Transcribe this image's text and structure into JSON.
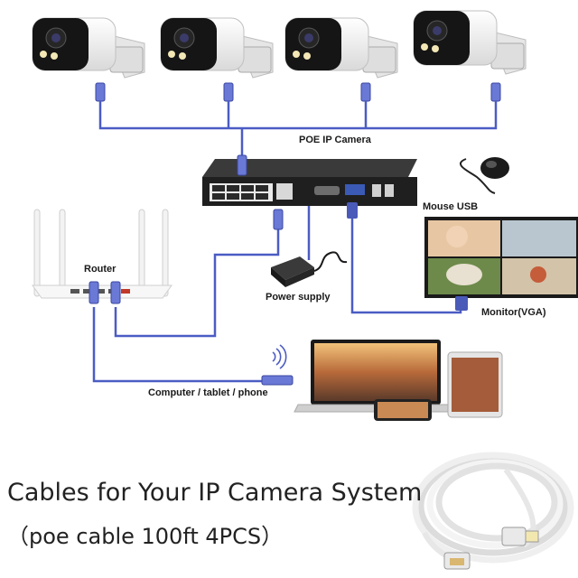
{
  "labels": {
    "poe_ip_camera": "POE IP Camera",
    "mouse_usb": "Mouse USB",
    "router": "Router",
    "power_supply": "Power supply",
    "monitor_vga": "Monitor(VGA)",
    "computer_tablet_phone": "Computer / tablet / phone"
  },
  "caption": {
    "line1": "Cables for Your IP Camera System",
    "line2": "（poe cable 100ft 4PCS）"
  },
  "colors": {
    "cable": "#4b5cc4",
    "camera_body": "#f2f2f2",
    "camera_front": "#151515",
    "nvr_body": "#2a2a2a",
    "background": "#ffffff"
  },
  "icons": [
    "camera-icon",
    "nvr-icon",
    "router-icon",
    "mouse-icon",
    "power-adapter-icon",
    "monitor-icon",
    "laptop-icon",
    "phone-icon",
    "tablet-icon",
    "wifi-icon",
    "cable-coil-icon"
  ]
}
